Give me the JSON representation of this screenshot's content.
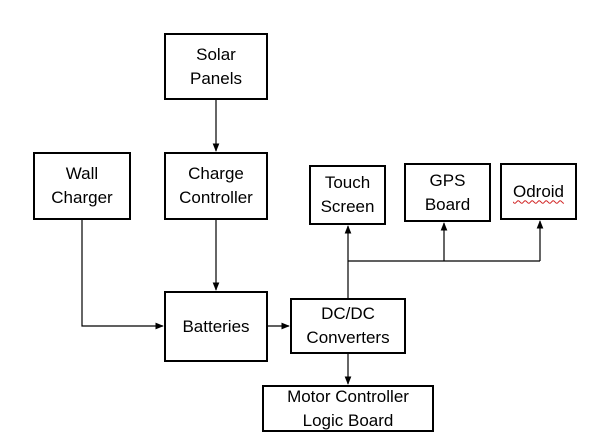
{
  "diagram": {
    "boxes": {
      "solar_panels": "Solar\nPanels",
      "charge_controller": "Charge\nController",
      "wall_charger": "Wall\nCharger",
      "batteries": "Batteries",
      "dc_dc_converters": "DC/DC\nConverters",
      "motor_controller_logic_board": "Motor Controller\nLogic Board",
      "touch_screen": "Touch\nScreen",
      "gps_board": "GPS\nBoard",
      "odroid": "Odroid"
    },
    "connections": [
      {
        "from": "Solar Panels",
        "to": "Charge Controller"
      },
      {
        "from": "Charge Controller",
        "to": "Batteries"
      },
      {
        "from": "Wall Charger",
        "to": "Batteries"
      },
      {
        "from": "Batteries",
        "to": "DC/DC Converters"
      },
      {
        "from": "DC/DC Converters",
        "to": "Motor Controller Logic Board"
      },
      {
        "from": "DC/DC Converters",
        "to": "Touch Screen"
      },
      {
        "from": "DC/DC Converters",
        "to": "GPS Board"
      },
      {
        "from": "DC/DC Converters",
        "to": "Odroid"
      }
    ],
    "colors": {
      "stroke": "#000000",
      "background": "#ffffff",
      "spellcheck_underline": "#d02020"
    }
  }
}
